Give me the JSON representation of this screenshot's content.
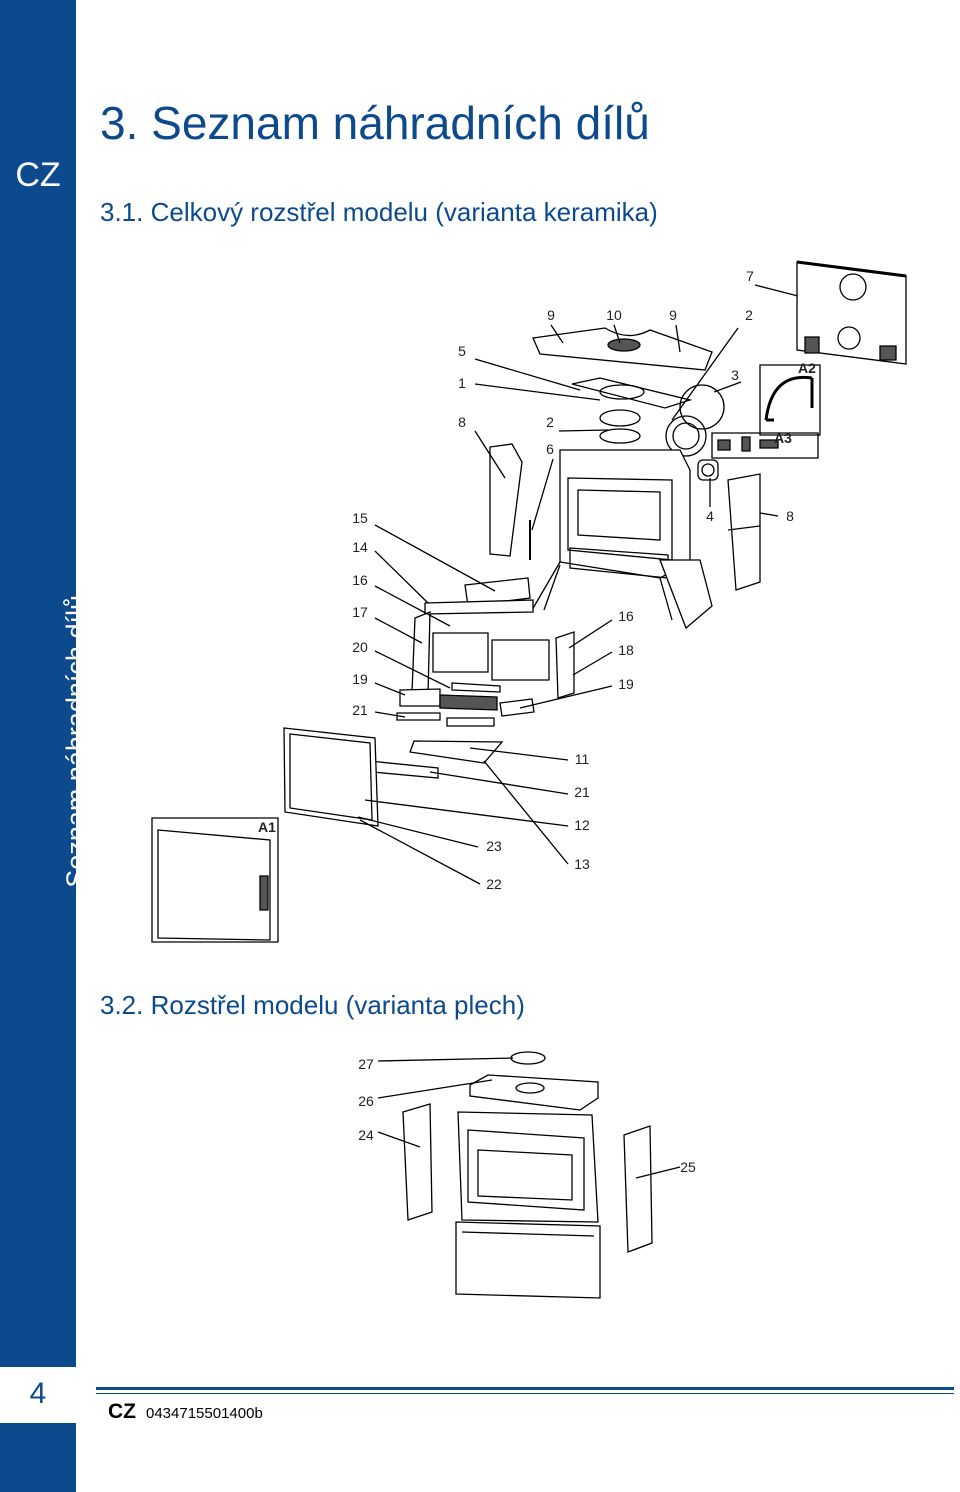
{
  "sidebar": {
    "lang": "CZ",
    "section": "Seznam náhradních dílů",
    "page_number": "4"
  },
  "title": "3. Seznam náhradních dílů",
  "section1": {
    "title": "3.1. Celkový rozstřel modelu (varianta keramika)",
    "callouts": [
      "7",
      "9",
      "10",
      "9",
      "2",
      "5",
      "3",
      "A2",
      "1",
      "8",
      "2",
      "6",
      "A3",
      "15",
      "4",
      "8",
      "14",
      "16",
      "17",
      "16",
      "20",
      "18",
      "19",
      "19",
      "21",
      "11",
      "21",
      "A1",
      "12",
      "23",
      "13",
      "22"
    ]
  },
  "section2": {
    "title": "3.2. Rozstřel modelu (varianta plech)",
    "callouts": [
      "27",
      "26",
      "24",
      "25"
    ]
  },
  "footer": {
    "lang": "CZ",
    "code": "0434715501400b"
  }
}
